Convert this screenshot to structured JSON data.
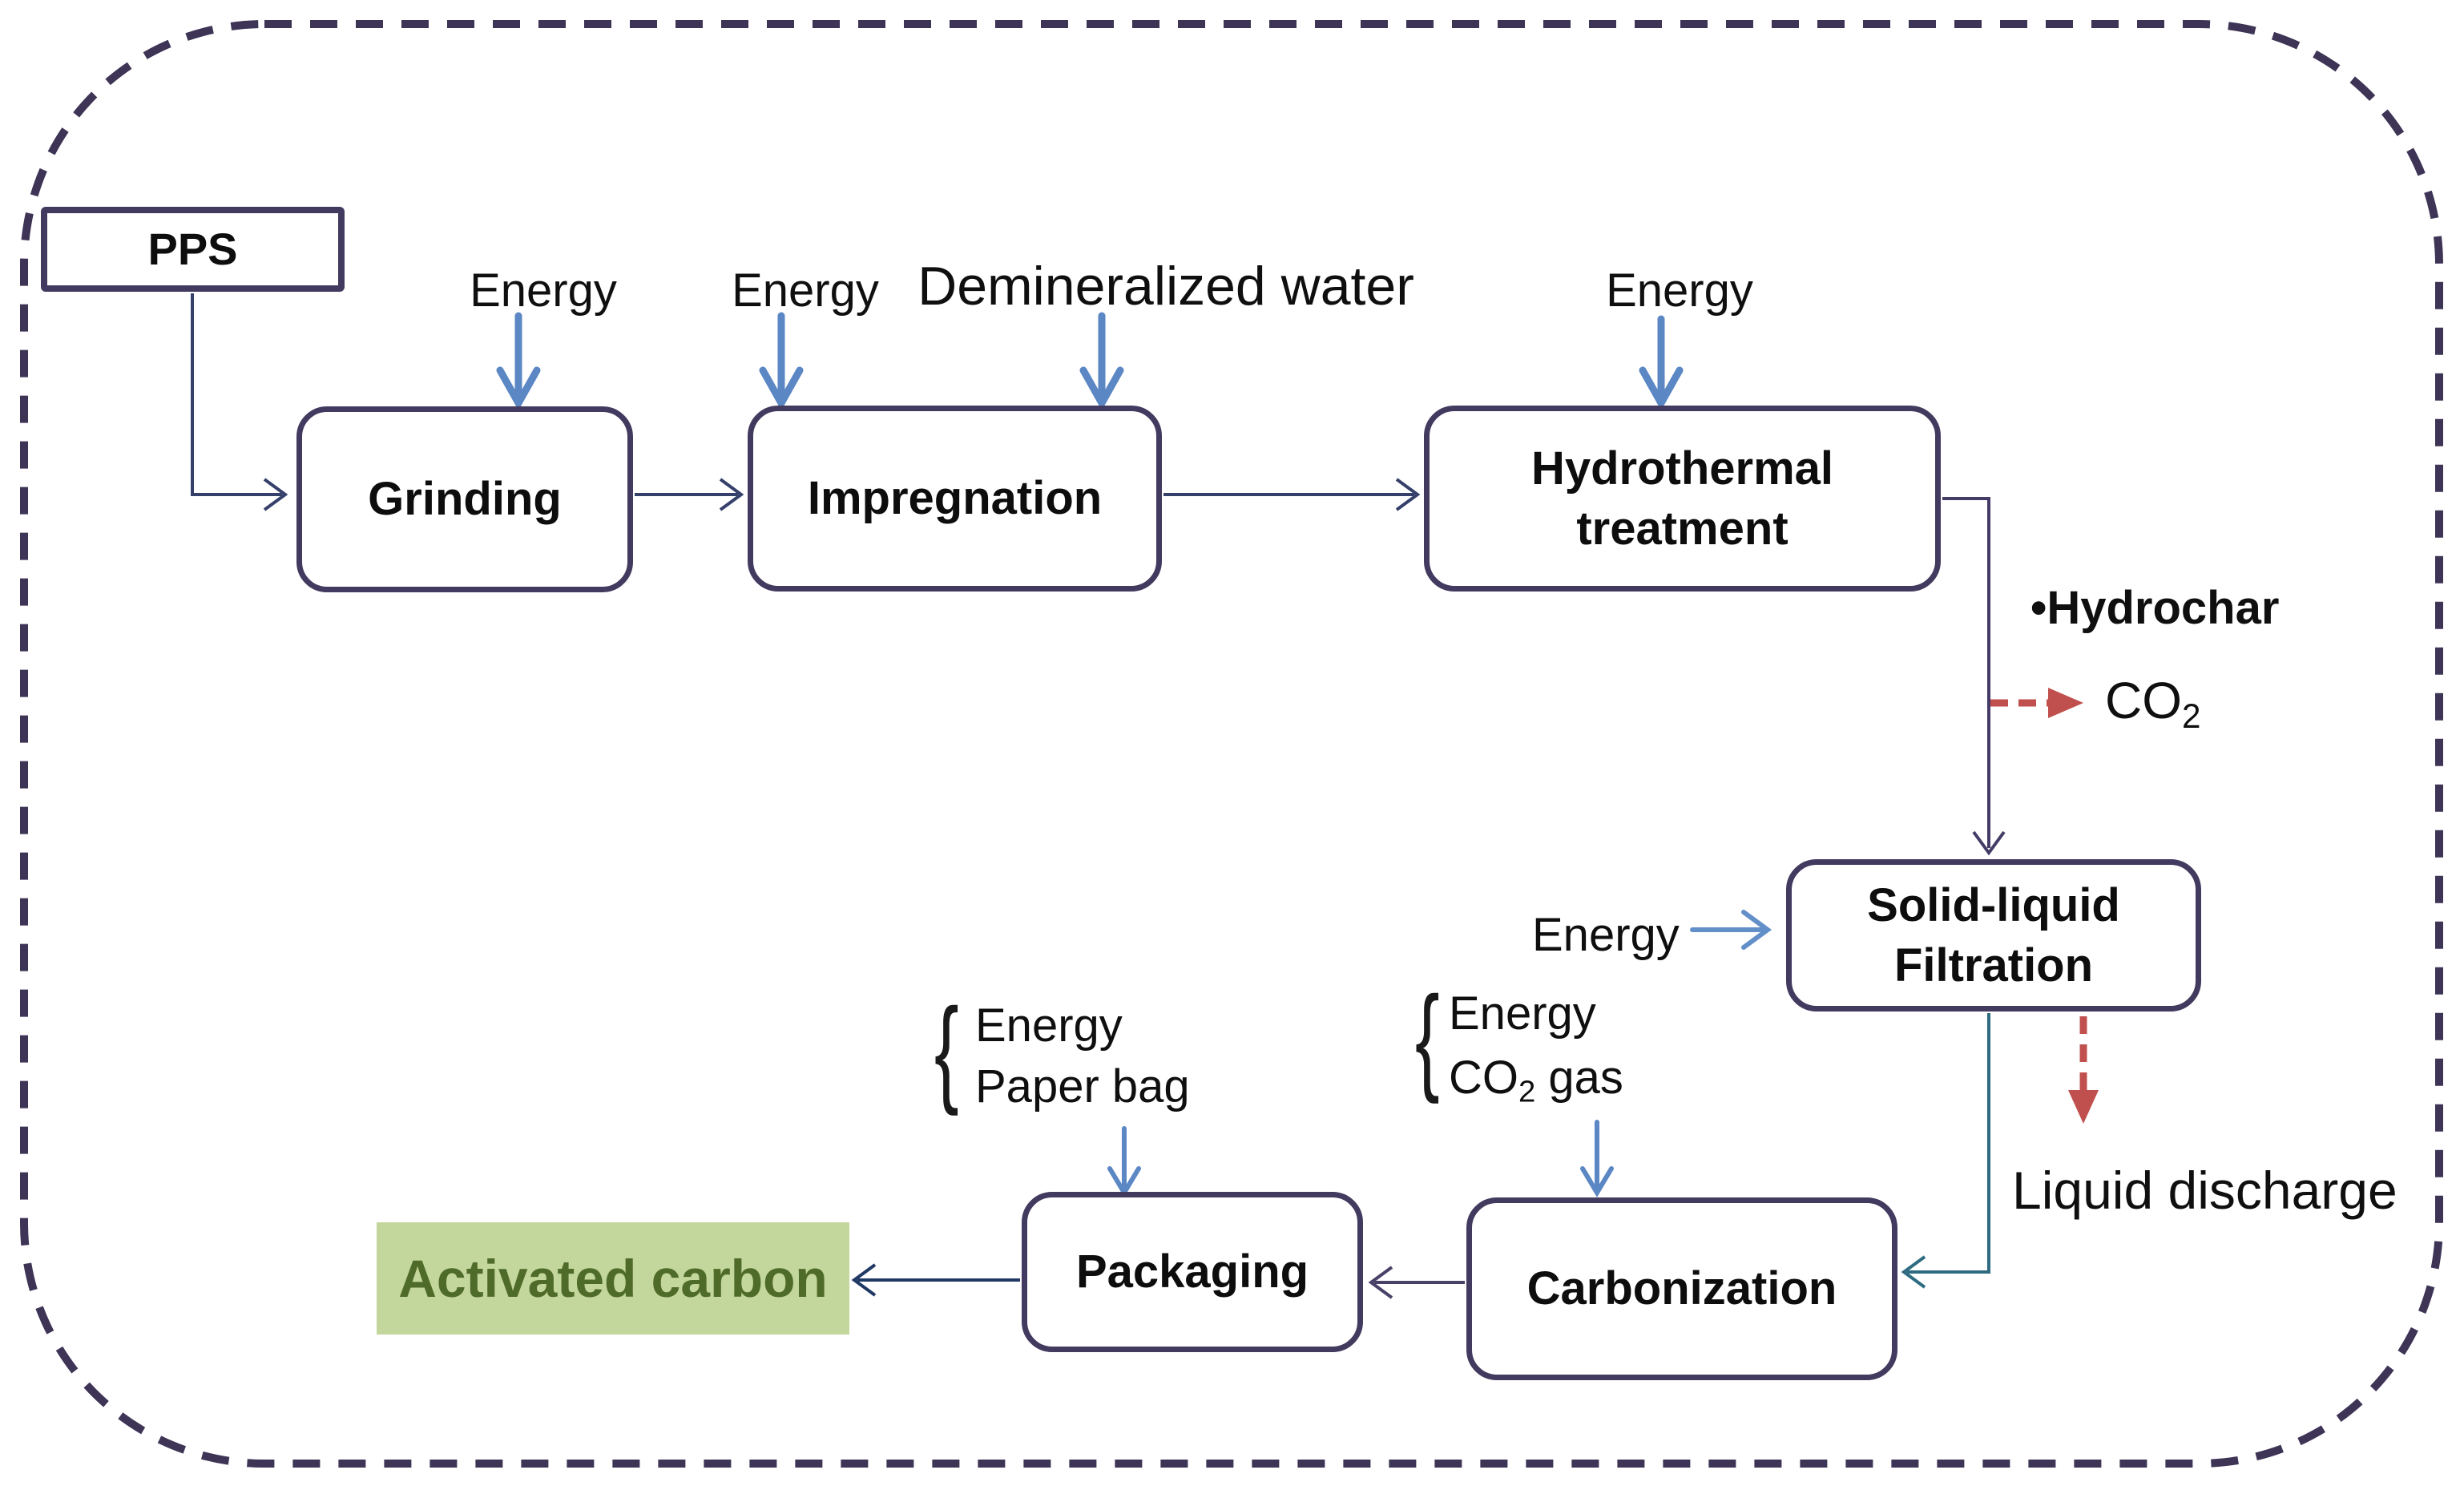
{
  "diagram": {
    "nodes": {
      "pps": "PPS",
      "grinding": "Grinding",
      "impregnation": "Impregnation",
      "hydrothermal": "Hydrothermal treatment",
      "filtration": "Solid-liquid Filtration",
      "carbonization": "Carbonization",
      "packaging": "Packaging",
      "activated_carbon": "Activated carbon"
    },
    "inputs": {
      "grinding_energy": "Energy",
      "impregnation_energy": "Energy",
      "demineralized_water": "Demineralized water",
      "hydrothermal_energy": "Energy",
      "filtration_energy": "Energy",
      "carbonization_energy": "Energy",
      "carbonization_co2_base": "CO",
      "carbonization_co2_sub": "2",
      "carbonization_co2_rest": " gas",
      "packaging_energy": "Energy",
      "packaging_paper_bag": "Paper bag"
    },
    "outputs": {
      "hydrochar_bullet": "•",
      "hydrochar": "Hydrochar",
      "co2_base": "CO",
      "co2_sub": "2",
      "liquid_discharge": "Liquid discharge"
    },
    "glyphs": {
      "brace": "{"
    },
    "colors": {
      "box_border": "#433a5f",
      "dashed_border": "#3d3456",
      "blue_arrow": "#5b87c4",
      "red_arrow": "#c0504d",
      "teal_line": "#2e6b80",
      "navy_line": "#35406b",
      "green_fill": "#c3d69b",
      "green_text": "#4f6b2a"
    }
  }
}
